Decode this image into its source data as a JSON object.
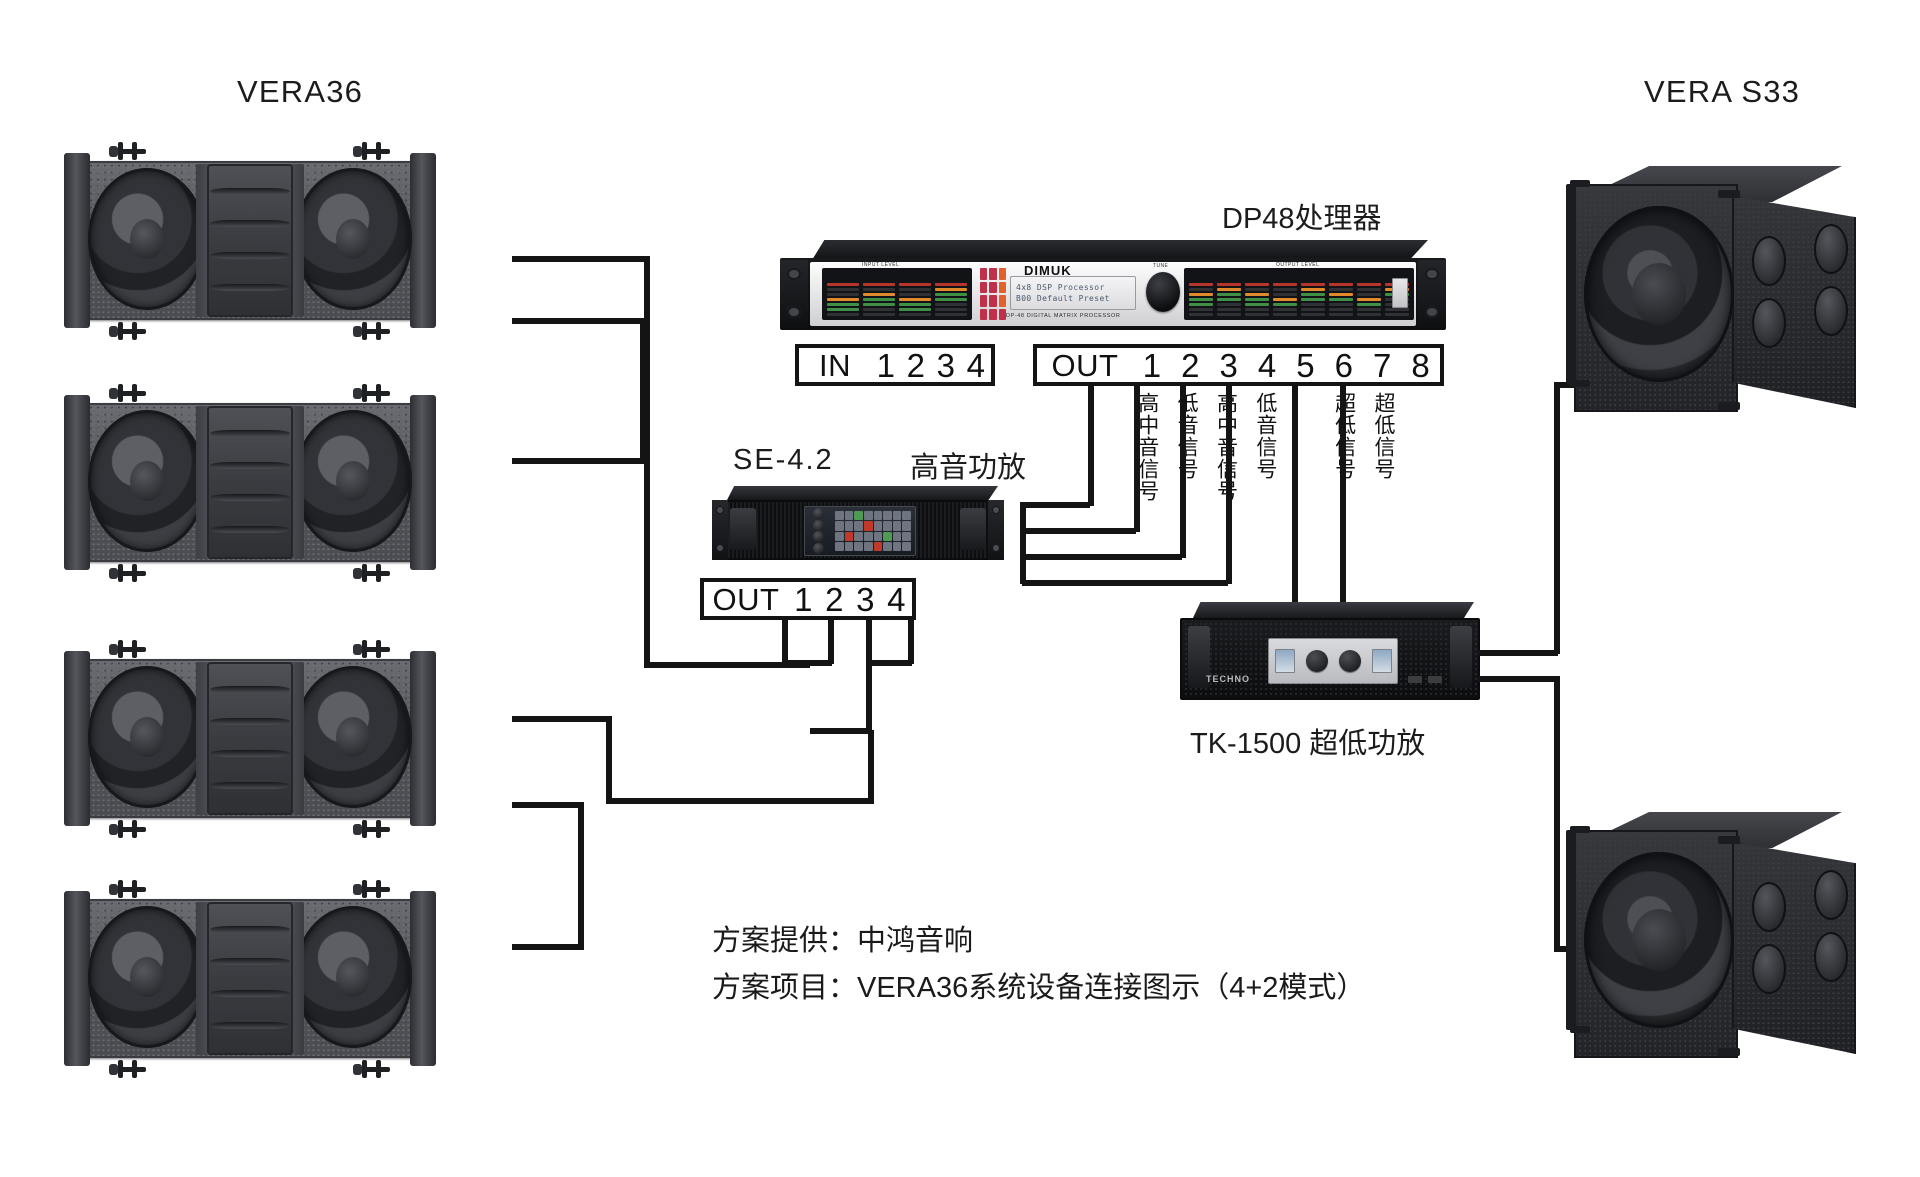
{
  "diagram": {
    "titles": {
      "left_array": "VERA36",
      "right_sub": "VERA S33",
      "processor": "DP48处理器"
    },
    "caption": {
      "line1": "方案提供：中鸿音响",
      "line2": "方案项目：VERA36系统设备连接图示（4+2模式）"
    },
    "processor": {
      "name": "DP48处理器",
      "brand": "DIMUK",
      "model_strip": "DP-48 DIGITAL MATRIX PROCESSOR",
      "lcd_line1": "4x8  DSP Processor",
      "lcd_line2": "B00 Default Preset",
      "knob_label": "TUNE",
      "input_meter_label": "INPUT LEVEL",
      "output_meter_label": "OUTPUT LEVEL",
      "in_box": {
        "label": "IN",
        "ports": [
          "1",
          "2",
          "3",
          "4"
        ]
      },
      "out_box": {
        "label": "OUT",
        "ports": [
          "1",
          "2",
          "3",
          "4",
          "5",
          "6",
          "7",
          "8"
        ]
      },
      "out_signal_labels": [
        "高中音信号",
        "低音信号",
        "高中音信号",
        "低音信号",
        "",
        "超低信号",
        "超低信号",
        ""
      ]
    },
    "amp_high": {
      "model": "SE-4.2",
      "role": "高音功放",
      "out_box": {
        "label": "OUT",
        "ports": [
          "1",
          "2",
          "3",
          "4"
        ]
      }
    },
    "amp_sub": {
      "model": "TK-1500",
      "role": "超低功放",
      "caption": "TK-1500 超低功放",
      "brand": "TECHNO"
    },
    "speakers": {
      "line_array_label": "VERA36",
      "line_array_count": 4,
      "sub_label": "VERA S33",
      "sub_count": 2
    },
    "colors": {
      "wire": "#141414",
      "text": "#1a1a1a",
      "background": "#ffffff",
      "cabinet": "#4a4c51",
      "rack_front": "#0c0d0f"
    }
  }
}
